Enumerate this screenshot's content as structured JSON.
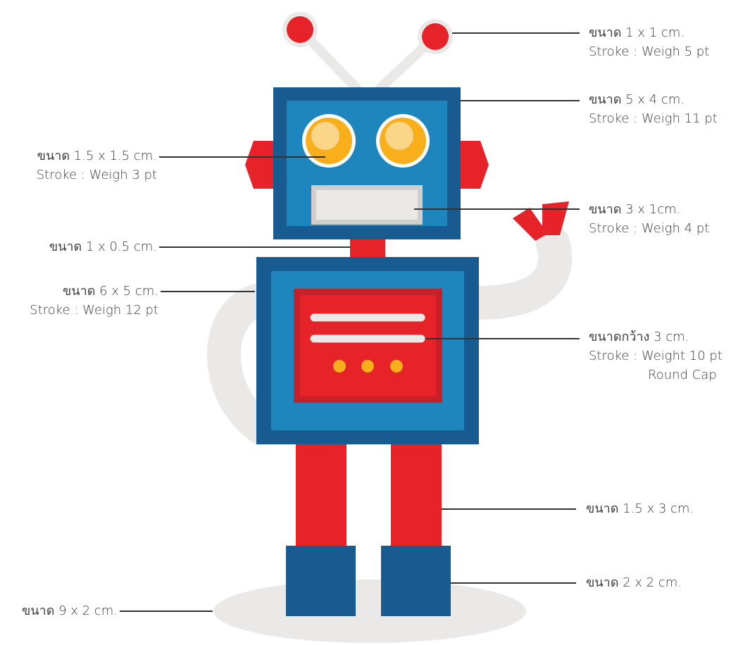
{
  "colors": {
    "blue_dark": "#175b91",
    "blue_light": "#1f85bd",
    "red": "#e52329",
    "red_dark": "#c4212b",
    "yellow": "#f9ae1b",
    "yellow_light": "#fbd588",
    "grey_light": "#ebe9e8",
    "white": "#ffffff",
    "line": "#333333"
  },
  "annotations": {
    "antenna": {
      "line1": "ขนาด 1 x 1 cm.",
      "line2": "Stroke : Weigh 5 pt"
    },
    "head": {
      "line1": "ขนาด 5 x 4 cm.",
      "line2": "Stroke : Weigh 11 pt"
    },
    "eye": {
      "line1": "ขนาด 1.5 x 1.5 cm.",
      "line2": "Stroke : Weigh 3 pt"
    },
    "mouth": {
      "line1": "ขนาด 3 x 1cm.",
      "line2": "Stroke : Weigh 4 pt"
    },
    "neck": {
      "line1": "ขนาด 1 x 0.5 cm."
    },
    "body": {
      "line1": "ขนาด 6 x 5 cm.",
      "line2": "Stroke : Weigh 12 pt"
    },
    "chest_lines": {
      "line1": "ขนาดกว้าง 3 cm.",
      "line2": "Stroke : Weight 10 pt",
      "line3": "Round Cap"
    },
    "leg": {
      "line1": "ขนาด 1.5 x 3 cm."
    },
    "foot": {
      "line1": "ขนาด 2 x 2 cm."
    },
    "shadow": {
      "line1": "ขนาด 9 x 2 cm."
    }
  }
}
